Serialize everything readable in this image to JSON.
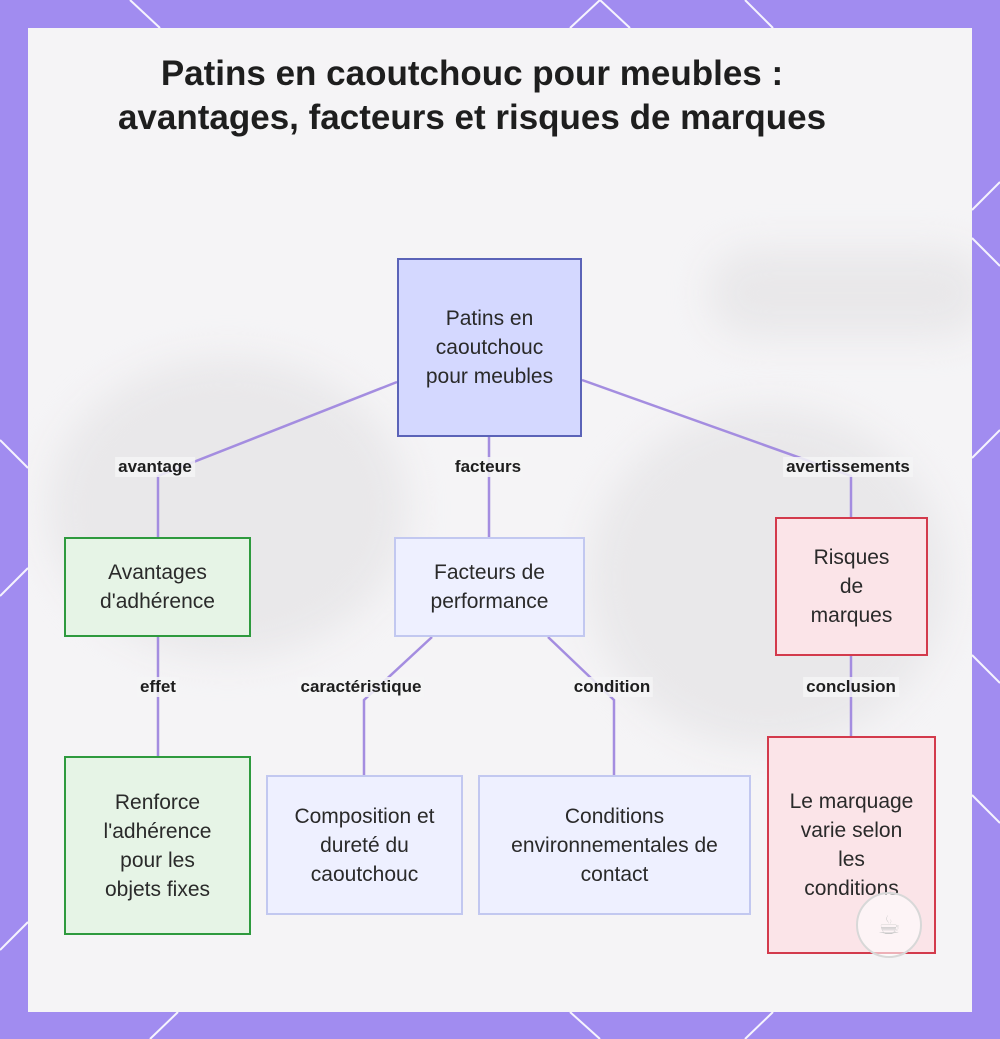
{
  "title": "Patins en caoutchouc pour meubles : avantages, facteurs et risques de marques",
  "nodes": {
    "root": "Patins en caoutchouc pour meubles",
    "advantages": "Avantages d'adhérence",
    "performance": "Facteurs de performance",
    "risks": "Risques de marques",
    "grip": "Renforce l'adhérence pour les objets fixes",
    "composition": "Composition et dureté du caoutchouc",
    "conditions": "Conditions environnementales de contact",
    "marking": "Le marquage varie selon les conditions"
  },
  "edges": {
    "avantage": "avantage",
    "facteurs": "facteurs",
    "avertissements": "avertissements",
    "effet": "effet",
    "caracteristique": "caractéristique",
    "condition": "condition",
    "conclusion": "conclusion"
  },
  "colors": {
    "frame": "#a18cf0",
    "edge": "#a48de0",
    "root_fill": "#d4d8ff",
    "green_border": "#2e9a3e",
    "red_border": "#d33a4c"
  },
  "icons": {
    "watermark": "cup-icon"
  }
}
